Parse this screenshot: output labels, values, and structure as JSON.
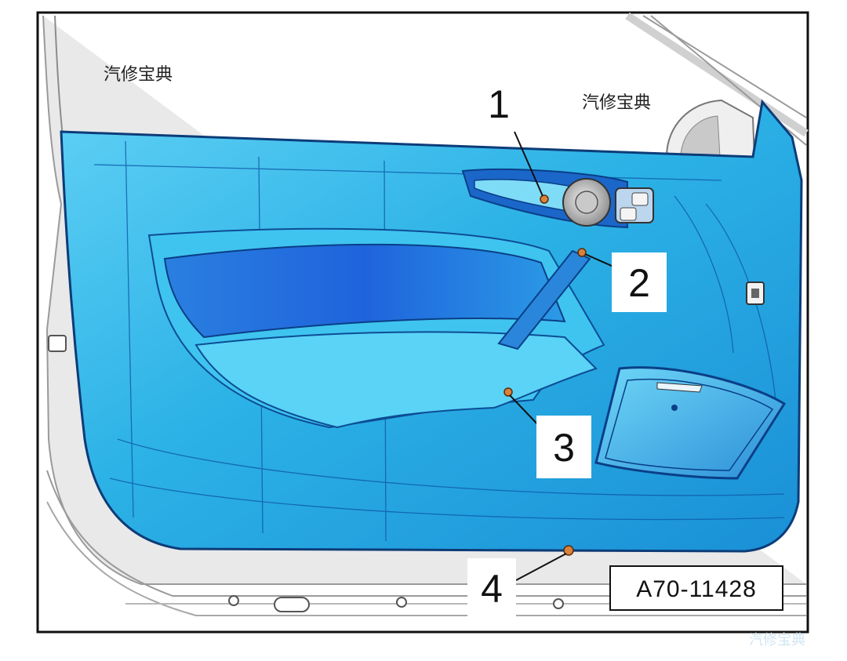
{
  "watermarks": [
    "汽修宝典",
    "汽修宝典"
  ],
  "callouts": [
    {
      "number": "1",
      "part": "screw behind door handle"
    },
    {
      "number": "2",
      "part": "screw at grab handle"
    },
    {
      "number": "3",
      "part": "screw in arm rest"
    },
    {
      "number": "4",
      "part": "screw at bottom edge"
    }
  ],
  "reference_code": "A70-11428",
  "corner_mark": "汽修宝典",
  "colors": {
    "panel": "#2fb6e8",
    "panel_dark": "#1a76d8",
    "body_frame": "#d9d9d9",
    "outline": "#111111"
  }
}
